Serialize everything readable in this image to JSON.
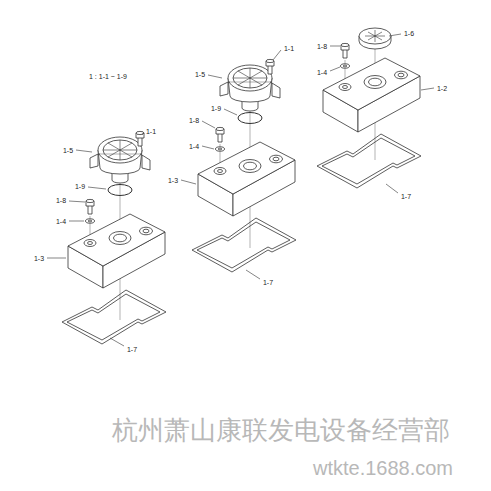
{
  "diagram": {
    "labels": [
      "1 : 1-1 ~ 1-9",
      "1-1",
      "1-5",
      "1-9",
      "1-8",
      "1-4",
      "1-3",
      "1-7",
      "1-1",
      "1-5",
      "1-9",
      "1-8",
      "1-4",
      "1-3",
      "1-7",
      "1-8",
      "1-6",
      "1-4",
      "1-2",
      "1-7",
      "杭州萧山康联发电设备经营部",
      "wtkte.1688.com"
    ]
  }
}
